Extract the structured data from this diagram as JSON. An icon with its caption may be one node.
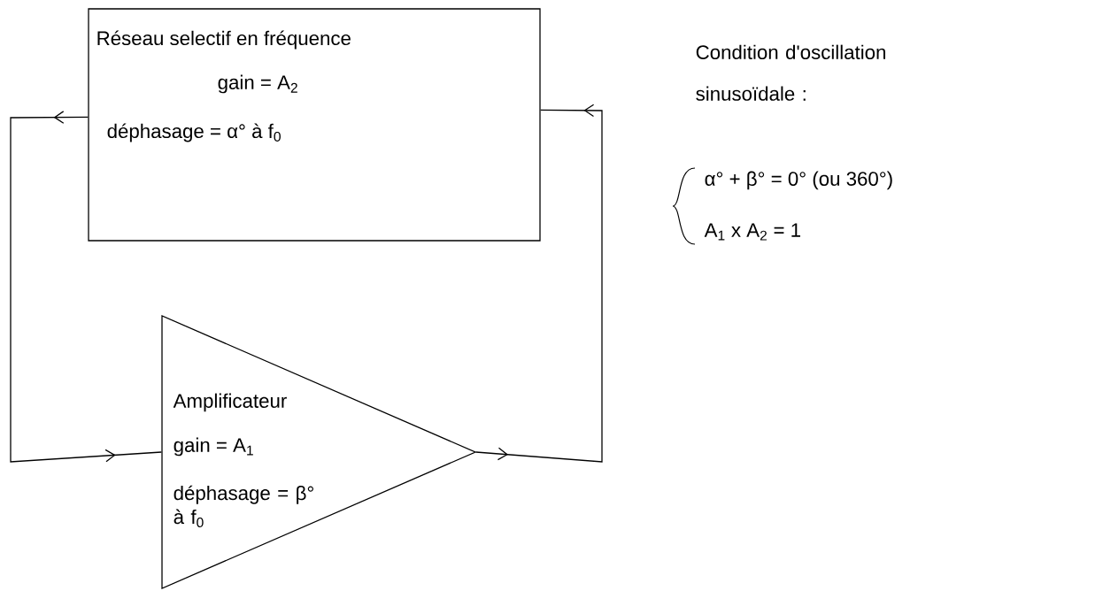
{
  "diagram": {
    "nodes": [
      {
        "text": [
          "Réseau selectif en fréquence",
          "gain = A$_{2}$",
          "déphasage = α° à f$_{0}$"
        ]
      },
      {
        "text": [
          "Amplificateur",
          "gain = A$_{1}$",
          "déphasage = β° à f$_{0}$"
        ]
      }
    ],
    "edges": [
      {
        "from": 0,
        "to": 1,
        "arrow": "to"
      },
      {
        "from": 1,
        "to": 0,
        "arrow": "to"
      }
    ],
    "labels": [
      "Condition d'oscillation sinusoïdale :",
      "α° + β° = 0° (ou 360°)",
      "A$_{1}$ x A$_{2}$ = 1"
    ]
  }
}
